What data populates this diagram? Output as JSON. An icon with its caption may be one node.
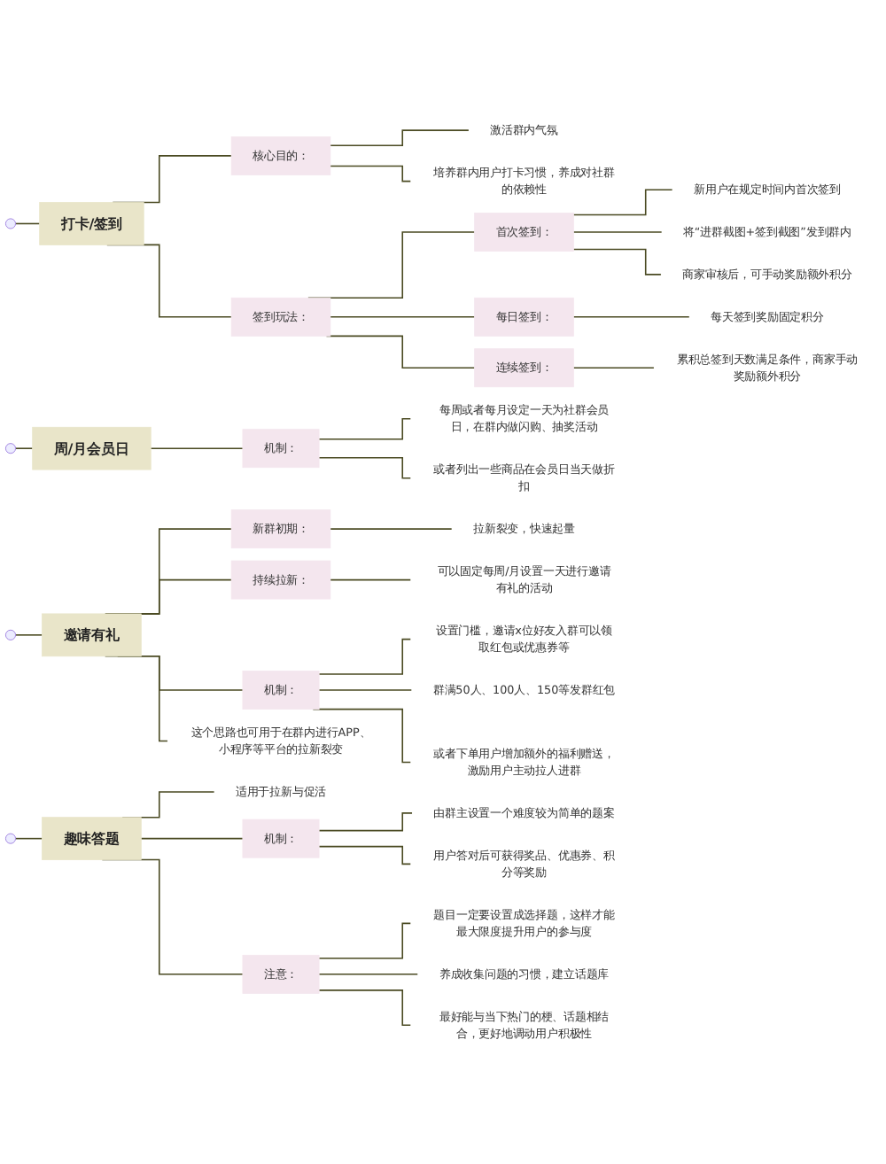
{
  "diagram": {
    "nodes": [
      {
        "text": [
          "打卡/签到"
        ]
      },
      {
        "text": [
          "核心目的："
        ]
      },
      {
        "text": [
          "激活群内气氛"
        ]
      },
      {
        "text": [
          "培养群内用户打卡习惯，养成对社群的依赖性"
        ]
      },
      {
        "text": [
          "签到玩法："
        ]
      },
      {
        "text": [
          "首次签到："
        ]
      },
      {
        "text": [
          "新用户在规定时间内首次签到"
        ]
      },
      {
        "text": [
          "将“进群截图+签到截图”发到群内"
        ]
      },
      {
        "text": [
          "商家审核后，可手动奖励额外积分"
        ]
      },
      {
        "text": [
          "每日签到："
        ]
      },
      {
        "text": [
          "每天签到奖励固定积分"
        ]
      },
      {
        "text": [
          "连续签到："
        ]
      },
      {
        "text": [
          "累积总签到天数满足条件，商家手动奖励额外积分"
        ]
      },
      {
        "text": [
          "周/月会员日"
        ]
      },
      {
        "text": [
          "机制："
        ]
      },
      {
        "text": [
          "每周或者每月设定一天为社群会员日，在群内做闪购、抽奖活动"
        ]
      },
      {
        "text": [
          "或者列出一些商品在会员日当天做折扣"
        ]
      },
      {
        "text": [
          "邀请有礼"
        ]
      },
      {
        "text": [
          "新群初期："
        ]
      },
      {
        "text": [
          "拉新裂变，快速起量"
        ]
      },
      {
        "text": [
          "持续拉新："
        ]
      },
      {
        "text": [
          "可以固定每周/月设置一天进行邀请有礼的活动"
        ]
      },
      {
        "text": [
          "机制："
        ]
      },
      {
        "text": [
          "设置门槛，邀请x位好友入群可以领取红包或优惠券等"
        ]
      },
      {
        "text": [
          "群满50人、100人、150等发群红包"
        ]
      },
      {
        "text": [
          "或者下单用户增加额外的福利赠送，激励用户主动拉人进群"
        ]
      },
      {
        "text": [
          "这个思路也可用于在群内进行APP、小程序等平台的拉新裂变"
        ]
      },
      {
        "text": [
          "趣味答题"
        ]
      },
      {
        "text": [
          "适用于拉新与促活"
        ]
      },
      {
        "text": [
          "机制："
        ]
      },
      {
        "text": [
          "由群主设置一个难度较为简单的题案"
        ]
      },
      {
        "text": [
          "用户答对后可获得奖品、优惠券、积分等奖励"
        ]
      },
      {
        "text": [
          "注意："
        ]
      },
      {
        "text": [
          "题目一定要设置成选择题，这样才能最大限度提升用户的参与度"
        ]
      },
      {
        "text": [
          "养成收集问题的习惯，建立话题库"
        ]
      },
      {
        "text": [
          "最好能与当下热门的梗、话题相结合，更好地调动用户积极性"
        ]
      }
    ],
    "edges": [
      {
        "from": null,
        "to": 0,
        "arrow": "none"
      },
      {
        "from": 0,
        "to": 1,
        "arrow": "none"
      },
      {
        "from": 1,
        "to": 2,
        "arrow": "none"
      },
      {
        "from": 1,
        "to": 3,
        "arrow": "none"
      },
      {
        "from": 0,
        "to": 4,
        "arrow": "none"
      },
      {
        "from": 4,
        "to": 5,
        "arrow": "none"
      },
      {
        "from": 5,
        "to": 6,
        "arrow": "none"
      },
      {
        "from": 5,
        "to": 7,
        "arrow": "none"
      },
      {
        "from": 5,
        "to": 8,
        "arrow": "none"
      },
      {
        "from": 4,
        "to": 9,
        "arrow": "none"
      },
      {
        "from": 9,
        "to": 10,
        "arrow": "none"
      },
      {
        "from": 4,
        "to": 11,
        "arrow": "none"
      },
      {
        "from": 11,
        "to": 12,
        "arrow": "none"
      },
      {
        "from": null,
        "to": 13,
        "arrow": "none"
      },
      {
        "from": 13,
        "to": 14,
        "arrow": "none"
      },
      {
        "from": 14,
        "to": 15,
        "arrow": "none"
      },
      {
        "from": 14,
        "to": 16,
        "arrow": "none"
      },
      {
        "from": null,
        "to": 17,
        "arrow": "none"
      },
      {
        "from": 17,
        "to": 18,
        "arrow": "none"
      },
      {
        "from": 18,
        "to": 19,
        "arrow": "none"
      },
      {
        "from": 17,
        "to": 20,
        "arrow": "none"
      },
      {
        "from": 20,
        "to": 21,
        "arrow": "none"
      },
      {
        "from": 17,
        "to": 22,
        "arrow": "none"
      },
      {
        "from": 22,
        "to": 23,
        "arrow": "none"
      },
      {
        "from": 22,
        "to": 24,
        "arrow": "none"
      },
      {
        "from": 22,
        "to": 25,
        "arrow": "none"
      },
      {
        "from": 17,
        "to": 26,
        "arrow": "none"
      },
      {
        "from": null,
        "to": 27,
        "arrow": "none"
      },
      {
        "from": 27,
        "to": 28,
        "arrow": "none"
      },
      {
        "from": 27,
        "to": 29,
        "arrow": "none"
      },
      {
        "from": 29,
        "to": 30,
        "arrow": "none"
      },
      {
        "from": 29,
        "to": 31,
        "arrow": "none"
      },
      {
        "from": 27,
        "to": 32,
        "arrow": "none"
      },
      {
        "from": 32,
        "to": 33,
        "arrow": "none"
      },
      {
        "from": 32,
        "to": 34,
        "arrow": "none"
      },
      {
        "from": 32,
        "to": 35,
        "arrow": "none"
      }
    ]
  }
}
